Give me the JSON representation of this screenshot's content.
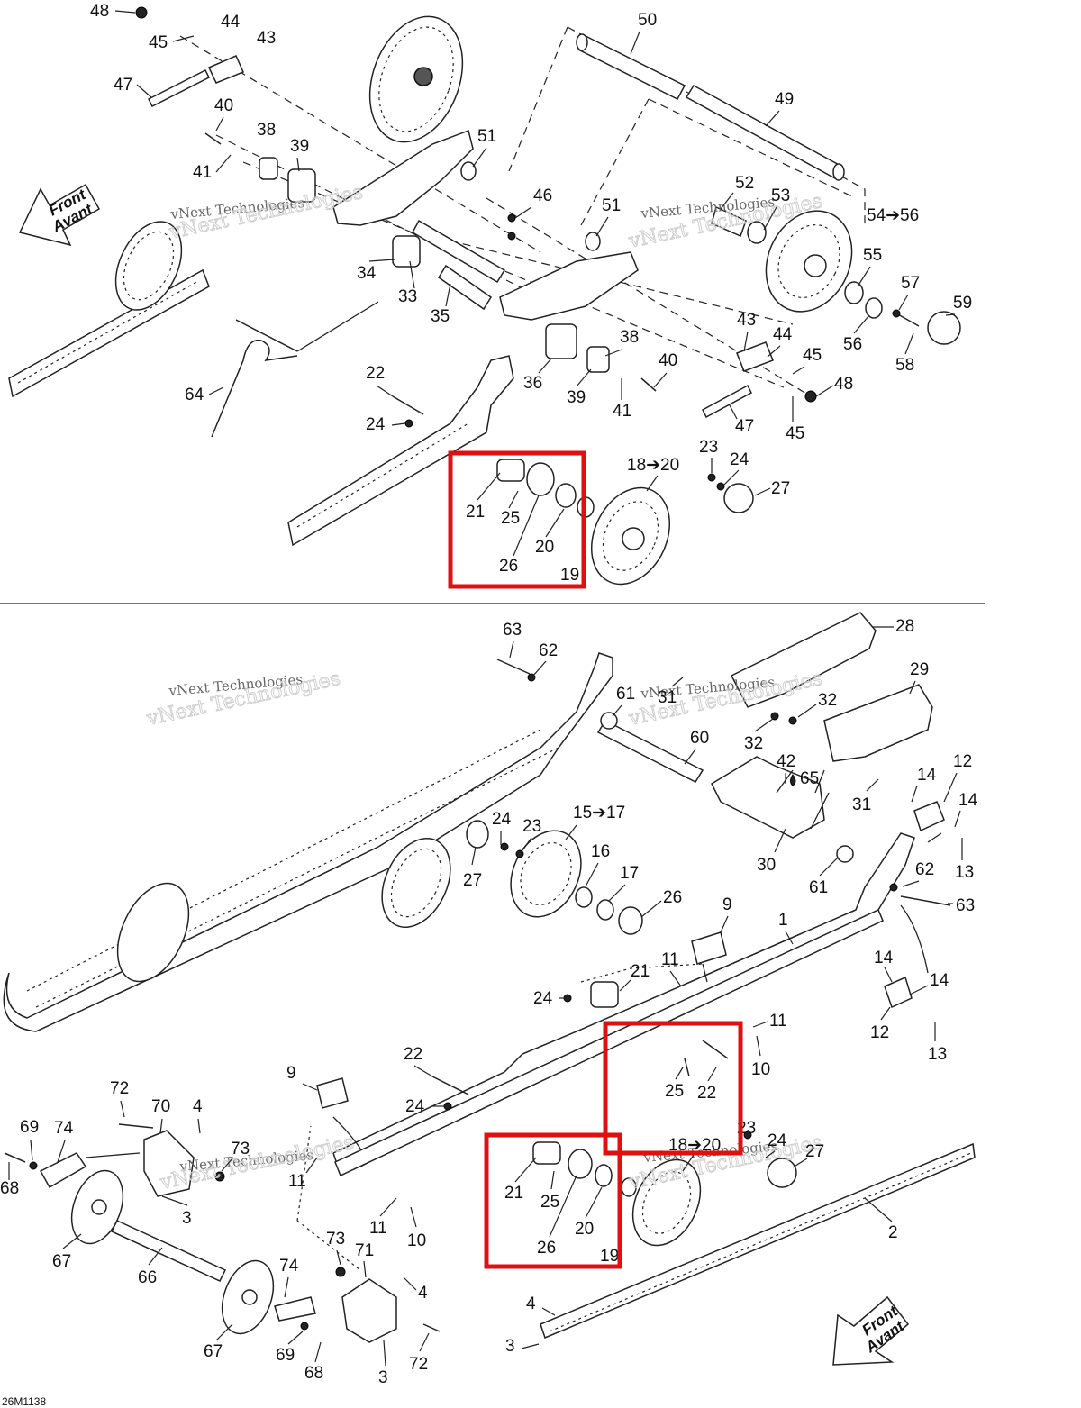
{
  "direction_arrow": {
    "line1": "Front",
    "line2": "Avant"
  },
  "watermark": {
    "company": "vNext Technologies"
  },
  "drawing_code": "26M1138",
  "upper_labels": [
    {
      "id": "u48a",
      "text": "48"
    },
    {
      "id": "u44a",
      "text": "44"
    },
    {
      "id": "u43a",
      "text": "43"
    },
    {
      "id": "u45a",
      "text": "45"
    },
    {
      "id": "u47a",
      "text": "47"
    },
    {
      "id": "u40a",
      "text": "40"
    },
    {
      "id": "u38a",
      "text": "38"
    },
    {
      "id": "u39a",
      "text": "39"
    },
    {
      "id": "u41a",
      "text": "41"
    },
    {
      "id": "u50",
      "text": "50"
    },
    {
      "id": "u49",
      "text": "49"
    },
    {
      "id": "u51a",
      "text": "51"
    },
    {
      "id": "u46",
      "text": "46"
    },
    {
      "id": "u51b",
      "text": "51"
    },
    {
      "id": "u52",
      "text": "52"
    },
    {
      "id": "u53",
      "text": "53"
    },
    {
      "id": "u5456",
      "text": "54➔56"
    },
    {
      "id": "u55",
      "text": "55"
    },
    {
      "id": "u57",
      "text": "57"
    },
    {
      "id": "u59",
      "text": "59"
    },
    {
      "id": "u56",
      "text": "56"
    },
    {
      "id": "u58",
      "text": "58"
    },
    {
      "id": "u34",
      "text": "34"
    },
    {
      "id": "u33",
      "text": "33"
    },
    {
      "id": "u35",
      "text": "35"
    },
    {
      "id": "u36",
      "text": "36"
    },
    {
      "id": "u38b",
      "text": "38"
    },
    {
      "id": "u39b",
      "text": "39"
    },
    {
      "id": "u40b",
      "text": "40"
    },
    {
      "id": "u41b",
      "text": "41"
    },
    {
      "id": "u43b",
      "text": "43"
    },
    {
      "id": "u44b",
      "text": "44"
    },
    {
      "id": "u45b",
      "text": "45"
    },
    {
      "id": "u48b",
      "text": "48"
    },
    {
      "id": "u47b",
      "text": "47"
    },
    {
      "id": "u45c",
      "text": "45"
    },
    {
      "id": "u64",
      "text": "64"
    },
    {
      "id": "u22a",
      "text": "22"
    },
    {
      "id": "u24a",
      "text": "24"
    },
    {
      "id": "u21a",
      "text": "21"
    },
    {
      "id": "u25a",
      "text": "25"
    },
    {
      "id": "u26a",
      "text": "26"
    },
    {
      "id": "u20a",
      "text": "20"
    },
    {
      "id": "u19a",
      "text": "19"
    },
    {
      "id": "u1820",
      "text": "18➔20"
    },
    {
      "id": "u23a",
      "text": "23"
    },
    {
      "id": "u24b",
      "text": "24"
    },
    {
      "id": "u27a",
      "text": "27"
    }
  ],
  "lower_labels": [
    {
      "id": "l63a",
      "text": "63"
    },
    {
      "id": "l62a",
      "text": "62"
    },
    {
      "id": "l28",
      "text": "28"
    },
    {
      "id": "l29",
      "text": "29"
    },
    {
      "id": "l61a",
      "text": "61"
    },
    {
      "id": "l31a",
      "text": "31"
    },
    {
      "id": "l32a",
      "text": "32"
    },
    {
      "id": "l32b",
      "text": "32"
    },
    {
      "id": "l60",
      "text": "60"
    },
    {
      "id": "l42",
      "text": "42"
    },
    {
      "id": "l65",
      "text": "65"
    },
    {
      "id": "l12a",
      "text": "12"
    },
    {
      "id": "l14a",
      "text": "14"
    },
    {
      "id": "l14b",
      "text": "14"
    },
    {
      "id": "l31b",
      "text": "31"
    },
    {
      "id": "l13a",
      "text": "13"
    },
    {
      "id": "l1517",
      "text": "15➔17"
    },
    {
      "id": "l24c",
      "text": "24"
    },
    {
      "id": "l23b",
      "text": "23"
    },
    {
      "id": "l30",
      "text": "30"
    },
    {
      "id": "l61b",
      "text": "61"
    },
    {
      "id": "l62b",
      "text": "62"
    },
    {
      "id": "l63b",
      "text": "63"
    },
    {
      "id": "l27b",
      "text": "27"
    },
    {
      "id": "l16",
      "text": "16"
    },
    {
      "id": "l17",
      "text": "17"
    },
    {
      "id": "l26b",
      "text": "26"
    },
    {
      "id": "l9a",
      "text": "9"
    },
    {
      "id": "l1",
      "text": "1"
    },
    {
      "id": "l11a",
      "text": "11"
    },
    {
      "id": "l21b",
      "text": "21"
    },
    {
      "id": "l24d",
      "text": "24"
    },
    {
      "id": "l14c",
      "text": "14"
    },
    {
      "id": "l14d",
      "text": "14"
    },
    {
      "id": "l12b",
      "text": "12"
    },
    {
      "id": "l13b",
      "text": "13"
    },
    {
      "id": "l11b",
      "text": "11"
    },
    {
      "id": "l10a",
      "text": "10"
    },
    {
      "id": "l25b",
      "text": "25"
    },
    {
      "id": "l22b",
      "text": "22"
    },
    {
      "id": "l22c",
      "text": "22"
    },
    {
      "id": "l24e",
      "text": "24"
    },
    {
      "id": "l9b",
      "text": "9"
    },
    {
      "id": "l72a",
      "text": "72"
    },
    {
      "id": "l70",
      "text": "70"
    },
    {
      "id": "l4a",
      "text": "4"
    },
    {
      "id": "l69a",
      "text": "69"
    },
    {
      "id": "l74a",
      "text": "74"
    },
    {
      "id": "l73a",
      "text": "73"
    },
    {
      "id": "l68a",
      "text": "68"
    },
    {
      "id": "l11c",
      "text": "11"
    },
    {
      "id": "l3a",
      "text": "3"
    },
    {
      "id": "l21c",
      "text": "21"
    },
    {
      "id": "l25c",
      "text": "25"
    },
    {
      "id": "l26c",
      "text": "26"
    },
    {
      "id": "l20b",
      "text": "20"
    },
    {
      "id": "l19b",
      "text": "19"
    },
    {
      "id": "l1820b",
      "text": "18➔20"
    },
    {
      "id": "l23c",
      "text": "23"
    },
    {
      "id": "l24f",
      "text": "24"
    },
    {
      "id": "l27c",
      "text": "27"
    },
    {
      "id": "l2",
      "text": "2"
    },
    {
      "id": "l11d",
      "text": "11"
    },
    {
      "id": "l10b",
      "text": "10"
    },
    {
      "id": "l67a",
      "text": "67"
    },
    {
      "id": "l66",
      "text": "66"
    },
    {
      "id": "l73b",
      "text": "73"
    },
    {
      "id": "l71",
      "text": "71"
    },
    {
      "id": "l74b",
      "text": "74"
    },
    {
      "id": "l4b",
      "text": "4"
    },
    {
      "id": "l67b",
      "text": "67"
    },
    {
      "id": "l69b",
      "text": "69"
    },
    {
      "id": "l68b",
      "text": "68"
    },
    {
      "id": "l3b",
      "text": "3"
    },
    {
      "id": "l72b",
      "text": "72"
    },
    {
      "id": "l4c",
      "text": "4"
    },
    {
      "id": "l3c",
      "text": "3"
    }
  ],
  "colors": {
    "highlight": "#e01010",
    "ink": "#222222",
    "watermark": "#cfcfcf"
  }
}
